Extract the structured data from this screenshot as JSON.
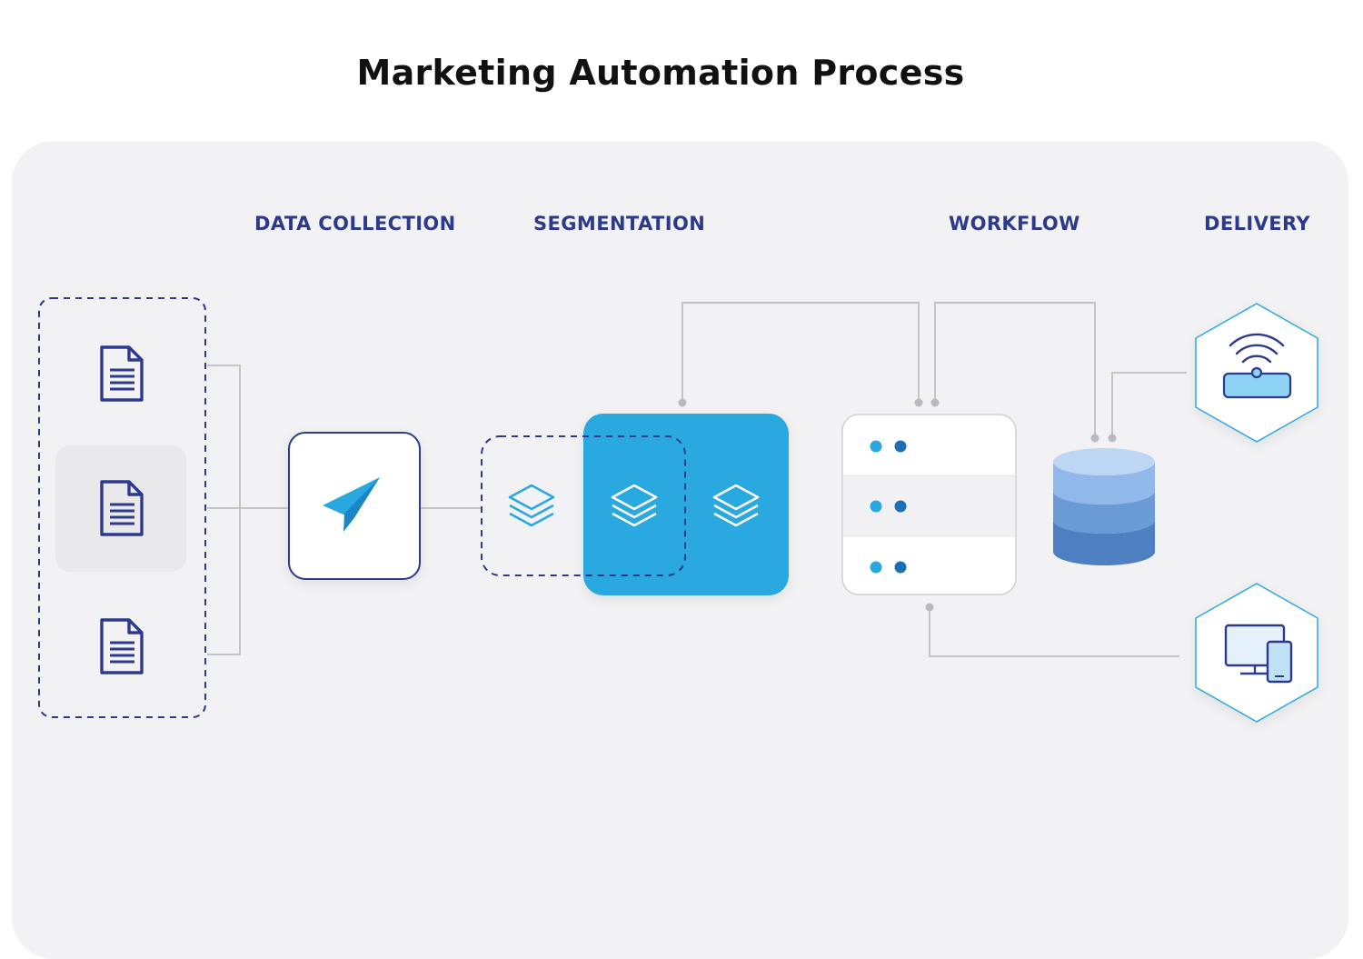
{
  "title": "Marketing Automation Process",
  "stages": [
    {
      "id": "data-collection",
      "label": "DATA COLLECTION"
    },
    {
      "id": "segmentation",
      "label": "SEGMENTATION"
    },
    {
      "id": "workflow",
      "label": "WORKFLOW"
    },
    {
      "id": "delivery",
      "label": "DELIVERY"
    }
  ],
  "icons": {
    "documents": [
      "document-icon",
      "document-icon",
      "document-icon"
    ],
    "send": "paper-plane-icon",
    "segments": [
      "layers-icon",
      "layers-icon",
      "layers-icon"
    ],
    "workflow": "server-stack-icon",
    "database": "database-icon",
    "delivery": [
      "wifi-router-icon",
      "devices-icon"
    ]
  },
  "colors": {
    "navy": "#2d3a8c",
    "blue": "#29a8e0",
    "panel": "#f2f2f4",
    "connector": "#c4c4c8"
  }
}
